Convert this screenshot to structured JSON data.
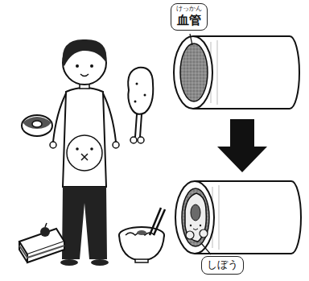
{
  "diagram": {
    "nodes": [
      {
        "text": [
          "けっかん",
          "血管"
        ]
      },
      {
        "text": [
          "しぼう"
        ]
      }
    ]
  }
}
